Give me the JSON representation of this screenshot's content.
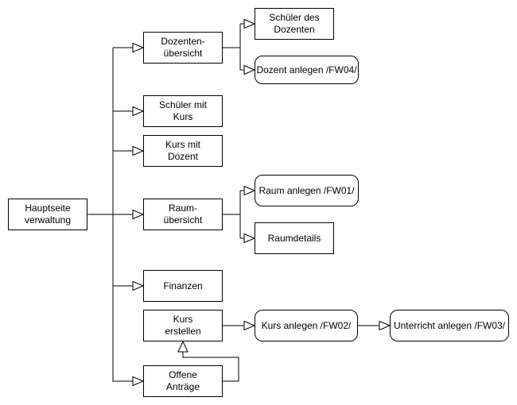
{
  "diagram": {
    "type": "flowchart",
    "colors": {
      "background": "#ffffff",
      "node_fill": "#ffffff",
      "line": "#000000",
      "text": "#000000"
    },
    "nodes": {
      "hauptseite": {
        "label": "Hauptseite\nverwaltung",
        "shape": "rect"
      },
      "dozentenuebersicht": {
        "label": "Dozenten-\nübersicht",
        "shape": "rect"
      },
      "schueler_des_dozenten": {
        "label": "Schüler des\nDozenten",
        "shape": "rect"
      },
      "dozent_anlegen": {
        "label": "Dozent anlegen /FW04/",
        "shape": "rounded"
      },
      "schueler_mit_kurs": {
        "label": "Schüler mit\nKurs",
        "shape": "rect"
      },
      "kurs_mit_dozent": {
        "label": "Kurs mit\nDozent",
        "shape": "rect"
      },
      "raumuebersicht": {
        "label": "Raum-\nübersicht",
        "shape": "rect"
      },
      "raum_anlegen": {
        "label": "Raum anlegen /FW01/",
        "shape": "rounded"
      },
      "raumdetails": {
        "label": "Raumdetails",
        "shape": "rect"
      },
      "finanzen": {
        "label": "Finanzen",
        "shape": "rect"
      },
      "kurs_erstellen": {
        "label": "Kurs\nerstellen",
        "shape": "rect"
      },
      "kurs_anlegen": {
        "label": "Kurs anlegen /FW02/",
        "shape": "rounded"
      },
      "unterricht_anlegen": {
        "label": "Unterricht anlegen /FW03/",
        "shape": "rounded"
      },
      "offene_antraege": {
        "label": "Offene\nAnträge",
        "shape": "rect"
      }
    },
    "edges": [
      {
        "from": "hauptseite",
        "to": "dozentenuebersicht"
      },
      {
        "from": "hauptseite",
        "to": "schueler_mit_kurs"
      },
      {
        "from": "hauptseite",
        "to": "kurs_mit_dozent"
      },
      {
        "from": "hauptseite",
        "to": "raumuebersicht"
      },
      {
        "from": "hauptseite",
        "to": "finanzen"
      },
      {
        "from": "hauptseite",
        "to": "offene_antraege"
      },
      {
        "from": "dozentenuebersicht",
        "to": "schueler_des_dozenten"
      },
      {
        "from": "dozentenuebersicht",
        "to": "dozent_anlegen"
      },
      {
        "from": "raumuebersicht",
        "to": "raum_anlegen"
      },
      {
        "from": "raumuebersicht",
        "to": "raumdetails"
      },
      {
        "from": "kurs_erstellen",
        "to": "kurs_anlegen"
      },
      {
        "from": "kurs_anlegen",
        "to": "unterricht_anlegen"
      },
      {
        "from": "offene_antraege",
        "to": "kurs_erstellen"
      }
    ]
  }
}
